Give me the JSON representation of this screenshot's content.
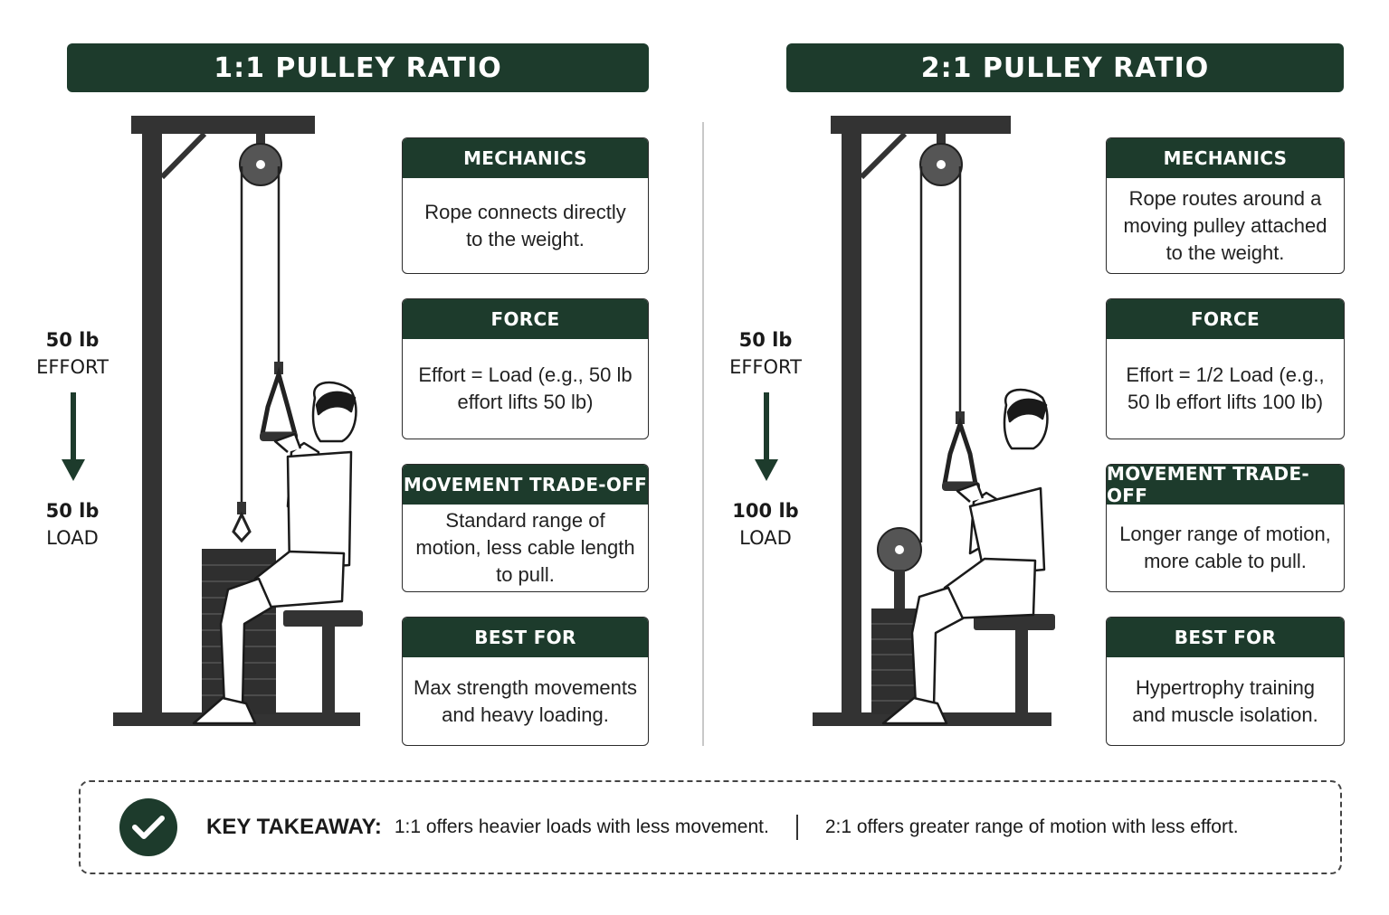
{
  "left_panel": {
    "title": "1:1 PULLEY RATIO",
    "effort": {
      "value": "50 lb",
      "word": "EFFORT"
    },
    "load": {
      "value": "50 lb",
      "word": "LOAD"
    },
    "cards": [
      {
        "heading": "MECHANICS",
        "text": "Rope connects directly to the weight."
      },
      {
        "heading": "FORCE",
        "text": "Effort = Load (e.g., 50 lb effort lifts 50 lb)"
      },
      {
        "heading": "MOVEMENT TRADE-OFF",
        "text": "Standard range of motion, less cable length to pull."
      },
      {
        "heading": "BEST FOR",
        "text": "Max strength movements and heavy loading."
      }
    ]
  },
  "right_panel": {
    "title": "2:1 PULLEY RATIO",
    "effort": {
      "value": "50 lb",
      "word": "EFFORT"
    },
    "load": {
      "value": "100 lb",
      "word": "LOAD"
    },
    "cards": [
      {
        "heading": "MECHANICS",
        "text": "Rope routes around a moving pulley attached to the weight."
      },
      {
        "heading": "FORCE",
        "text": "Effort = 1/2 Load (e.g., 50 lb effort lifts 100 lb)"
      },
      {
        "heading": "MOVEMENT TRADE-OFF",
        "text": "Longer range of motion, more cable to pull."
      },
      {
        "heading": "BEST FOR",
        "text": "Hypertrophy training and muscle isolation."
      }
    ]
  },
  "takeaway": {
    "label": "KEY TAKEAWAY:",
    "left_text": "1:1 offers heavier loads with less movement.",
    "right_text": "2:1 offers greater range of motion with less effort."
  },
  "colors": {
    "accent": "#1d3b2c",
    "frame": "#333333"
  },
  "icons": [
    "check-icon",
    "down-arrow-icon",
    "pulley-icon",
    "weight-stack-icon"
  ]
}
